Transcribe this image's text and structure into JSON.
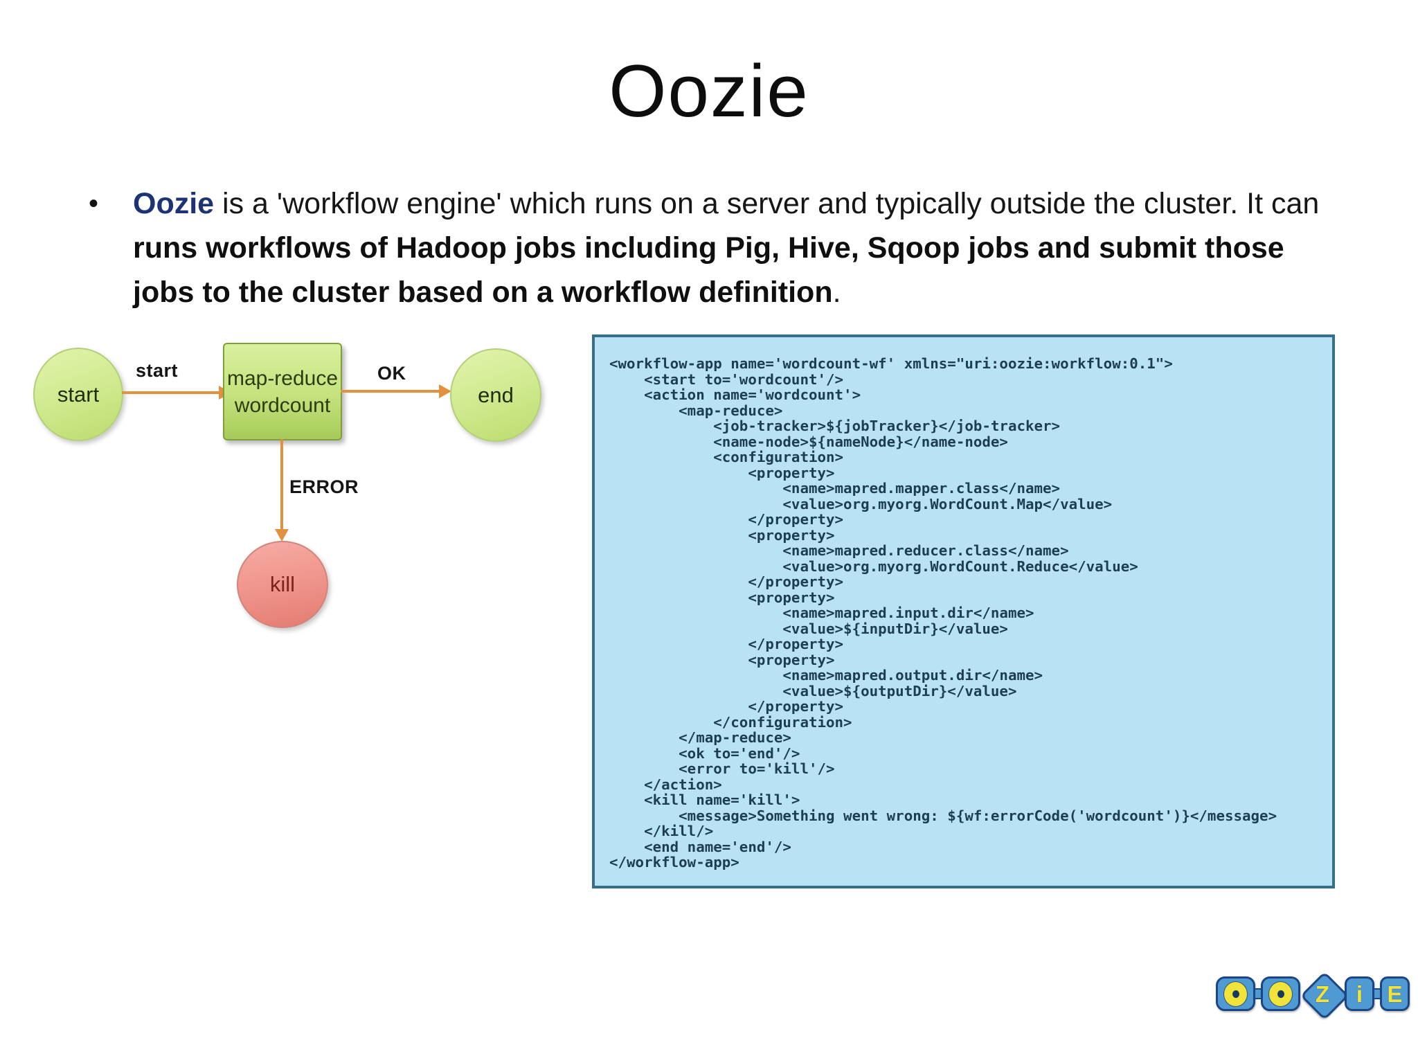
{
  "slide": {
    "title": "Oozie",
    "bullet_marker": "•",
    "bullet": {
      "term": "Oozie",
      "text_regular": " is a 'workflow engine' which runs on a server and typically outside the cluster. It can ",
      "text_bold": "runs workflows of Hadoop jobs including Pig, Hive, Sqoop jobs and submit those jobs to the cluster based on a workflow definition",
      "text_end": "."
    }
  },
  "diagram": {
    "nodes": {
      "start": "start",
      "action_line1": "map-reduce",
      "action_line2": "wordcount",
      "end": "end",
      "kill": "kill"
    },
    "edges": {
      "start_label": "start",
      "ok_label": "OK",
      "error_label": "ERROR"
    },
    "colors": {
      "node_green": "#cde98c",
      "node_green_border": "#7e9f3c",
      "node_red": "#ef958c",
      "node_red_text": "#7c241c",
      "arrow_orange": "#e2923f"
    }
  },
  "code_panel": {
    "background": "#b9e2f4",
    "border": "#346f8c",
    "text_color": "#1d3d55",
    "content": "<workflow-app name='wordcount-wf' xmlns=\"uri:oozie:workflow:0.1\">\n    <start to='wordcount'/>\n    <action name='wordcount'>\n        <map-reduce>\n            <job-tracker>${jobTracker}</job-tracker>\n            <name-node>${nameNode}</name-node>\n            <configuration>\n                <property>\n                    <name>mapred.mapper.class</name>\n                    <value>org.myorg.WordCount.Map</value>\n                </property>\n                <property>\n                    <name>mapred.reducer.class</name>\n                    <value>org.myorg.WordCount.Reduce</value>\n                </property>\n                <property>\n                    <name>mapred.input.dir</name>\n                    <value>${inputDir}</value>\n                </property>\n                <property>\n                    <name>mapred.output.dir</name>\n                    <value>${outputDir}</value>\n                </property>\n            </configuration>\n        </map-reduce>\n        <ok to='end'/>\n        <error to='kill'/>\n    </action>\n    <kill name='kill'>\n        <message>Something went wrong: ${wf:errorCode('wordcount')}</message>\n    </kill/>\n    <end name='end'/>\n</workflow-app>"
  },
  "logo": {
    "letters": [
      "O",
      "O",
      "Z",
      "i",
      "E"
    ],
    "blue": "#4f9ad2",
    "blue_border": "#1c4583",
    "yellow": "#f2e33b"
  }
}
